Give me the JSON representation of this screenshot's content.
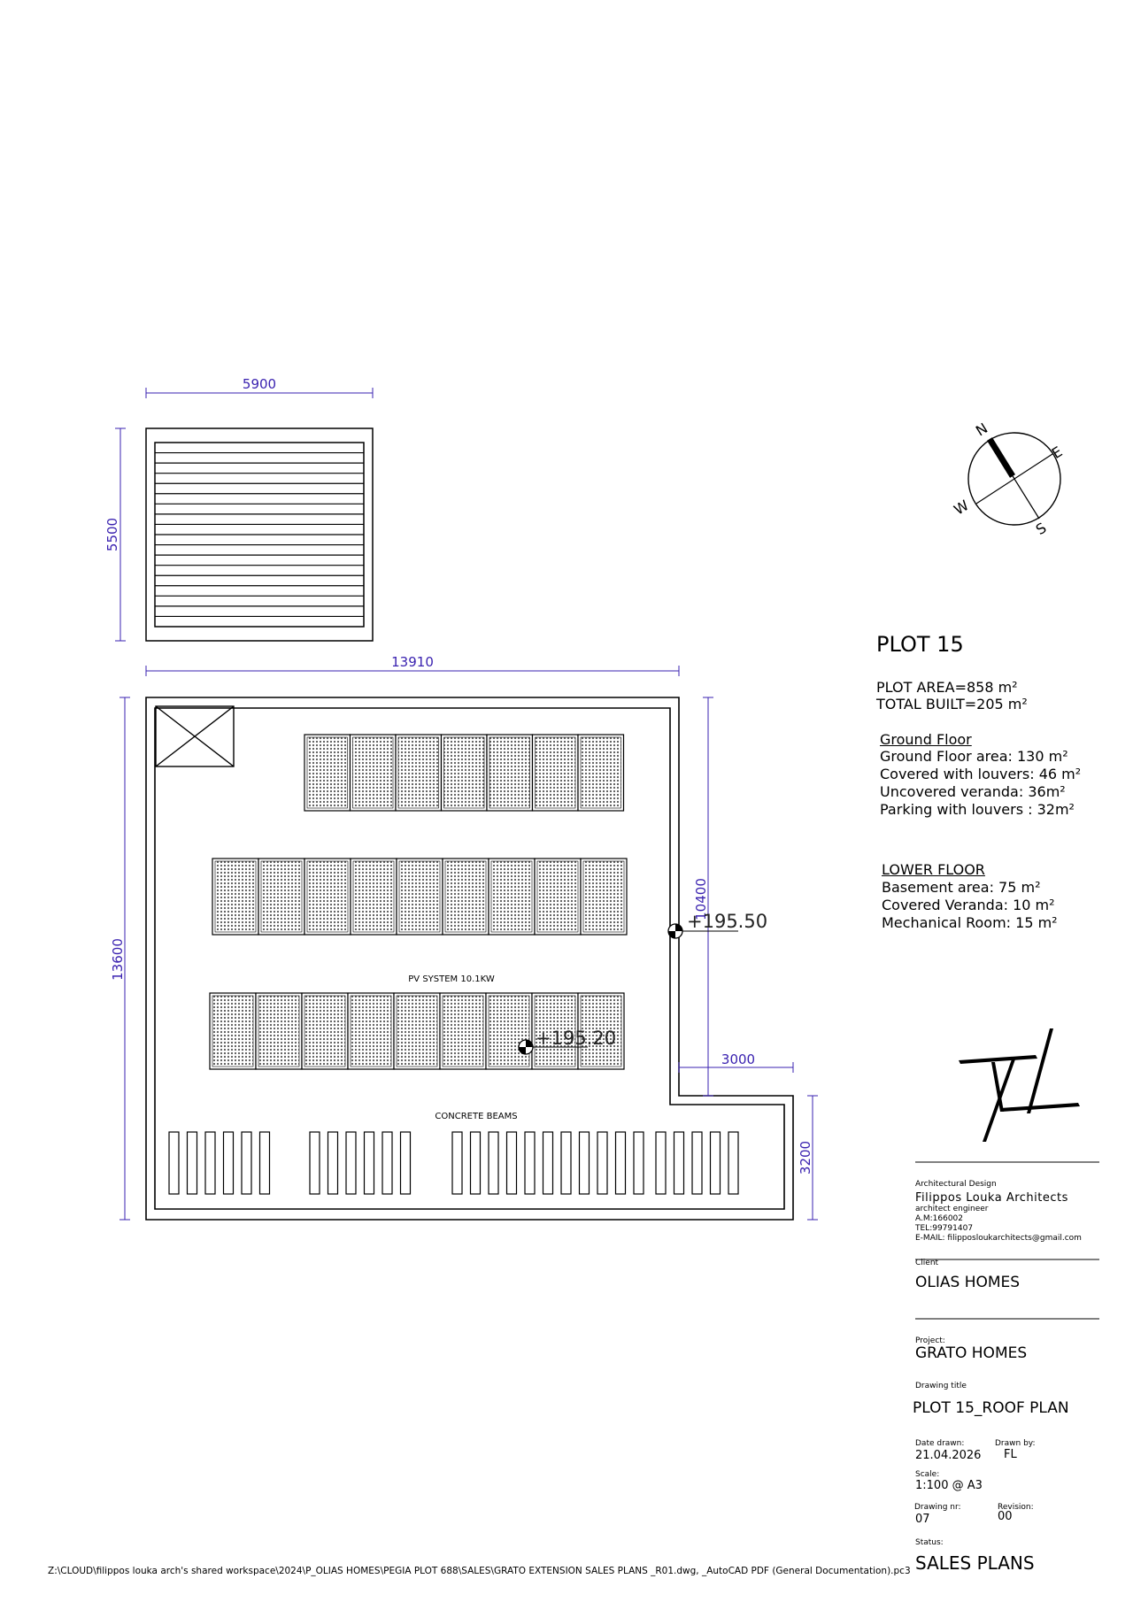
{
  "drawing": {
    "dimensions": {
      "canopy_width": "5900",
      "canopy_depth": "5500",
      "roof_width": "13910",
      "roof_depth": "13600",
      "right_depth": "10400",
      "notch_width": "3000",
      "notch_depth": "3200"
    },
    "levels": {
      "upper": "+195.50",
      "lower": "+195.20"
    },
    "labels": {
      "pv_system": "PV SYSTEM 10.1KW",
      "concrete_beams": "CONCRETE BEAMS"
    },
    "compass": {
      "n": "N",
      "e": "E",
      "s": "S",
      "w": "W"
    }
  },
  "plot_info": {
    "title": "PLOT 15",
    "plot_area": "PLOT AREA=858 m²",
    "total_built": "TOTAL BUILT=205 m²",
    "ground_floor": {
      "heading": "Ground Floor",
      "items": [
        "Ground Floor area: 130 m²",
        "Covered with louvers: 46 m²",
        "Uncovered veranda: 36m²",
        "Parking with louvers : 32m²"
      ]
    },
    "lower_floor": {
      "heading": "LOWER FLOOR",
      "items": [
        "Basement area: 75 m²",
        "Covered Veranda: 10 m²",
        "Mechanical Room: 15 m²"
      ]
    }
  },
  "title_block": {
    "architect_label": "Architectural Design",
    "architect_name": "Filippos Louka Architects",
    "architect_role": "architect engineer",
    "am": "A.M:166002",
    "tel": "TEL:99791407",
    "email": "E-MAIL: filipposloukarchitects@gmail.com",
    "client_label": "Client",
    "client": "OLIAS HOMES",
    "project_label": "Project:",
    "project": "GRATO HOMES",
    "drawing_title_label": "Drawing title",
    "drawing_title": "PLOT 15_ROOF PLAN",
    "date_label": "Date drawn:",
    "date": "21.04.2026",
    "drawn_by_label": "Drawn by:",
    "drawn_by": "FL",
    "scale_label": "Scale:",
    "scale": "1:100 @ A3",
    "drawing_nr_label": "Drawing nr:",
    "drawing_nr": "07",
    "revision_label": "Revision:",
    "revision": "00",
    "status_label": "Status:",
    "status": "SALES PLANS"
  },
  "footer_path": "Z:\\CLOUD\\filippos louka arch's shared workspace\\2024\\P_OLIAS HOMES\\PEGIA PLOT 688\\SALES\\GRATO EXTENSION SALES PLANS _R01.dwg, _AutoCAD PDF (General Documentation).pc3"
}
